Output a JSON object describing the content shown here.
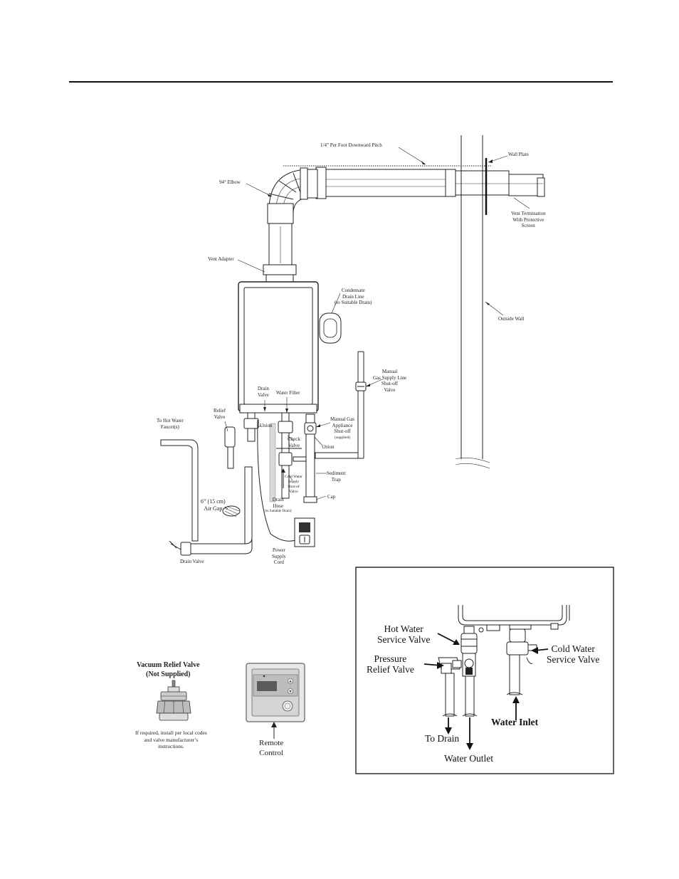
{
  "main_diagram": {
    "labels": {
      "pitch": "1/4” Per Foot Downward Pitch",
      "wall_plate": "Wall Plate",
      "elbow": "94° Elbow",
      "vent_termination": [
        "Vent Termination",
        "With Protective",
        "Screen"
      ],
      "vent_adapter": "Vent Adapter",
      "condensate": [
        "Condensate",
        "Drain Line",
        "(to Suitable Drain)"
      ],
      "outside_wall": "Outside Wall",
      "manual_gas_supply": [
        "Manual",
        "Gas Supply Line",
        "Shut-off",
        "Valve"
      ],
      "drain_valve_top": [
        "Drain",
        "Valve"
      ],
      "water_filter": "Water Filter",
      "relief_valve": [
        "Relief",
        "Valve"
      ],
      "to_hot_water": [
        "To Hot Water",
        "Faucet(s)"
      ],
      "union_left": "Union",
      "check_valve": [
        "Check",
        "Valve"
      ],
      "manual_gas_appliance": [
        "Manual Gas",
        "Appliance",
        "Shut-off"
      ],
      "supplied": "(supplied)",
      "union_right": "Union",
      "sediment_trap": [
        "Sediment",
        "Trap"
      ],
      "cold_water_supply": [
        "Cold Water",
        "Supply",
        "Shut-of",
        "Valve"
      ],
      "cap": "Cap",
      "air_gap": [
        "6” (15 cm)",
        "Air Gap"
      ],
      "drain_hose": [
        "Drain",
        "Hose"
      ],
      "drain_hose_note": "(to Suitable Drain)",
      "power_supply": [
        "Power",
        "Supply",
        "Cord"
      ],
      "drain_valve_bottom": "Drain Valve"
    }
  },
  "vacuum_relief": {
    "title": [
      "Vacuum Relief Valve",
      "(Not Supplied)"
    ],
    "note": [
      "If required, install per local codes",
      "and valve manufacturer’s",
      "instructions."
    ]
  },
  "remote_control": {
    "label": [
      "Remote",
      "Control"
    ]
  },
  "detail_box": {
    "hot_water_service_valve": [
      "Hot Water",
      "Service Valve"
    ],
    "pressure_relief_valve": [
      "Pressure",
      "Relief Valve"
    ],
    "cold_water_service_valve": [
      "Cold Water",
      "Service Valve"
    ],
    "water_inlet": "Water Inlet",
    "to_drain": "To Drain",
    "water_outlet": "Water Outlet"
  }
}
